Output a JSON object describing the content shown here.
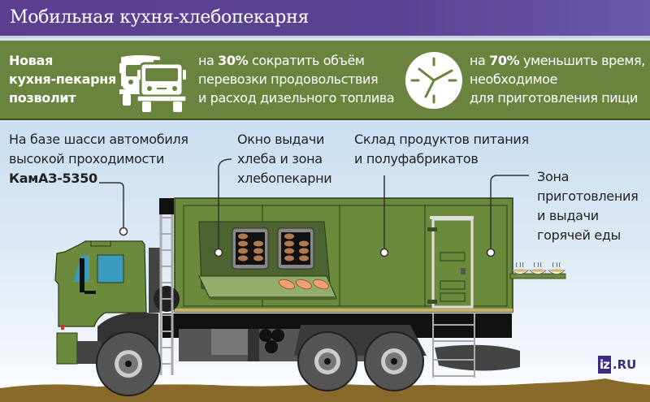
{
  "header": {
    "title": "Мобильная кухня-хлебопекарня"
  },
  "band": {
    "lead": [
      "Новая",
      "кухня-пекарня",
      "позволит"
    ],
    "fact1": {
      "icon": "trucks-icon",
      "prefix": "на ",
      "value": "30%",
      "line1_rest": " сократить объём",
      "line2": "перевозки продовольствия",
      "line3": "и расход дизельного топлива"
    },
    "fact2": {
      "icon": "clock-icon",
      "prefix": "на ",
      "value": "70%",
      "line1_rest": " уменьшить время,",
      "line2": "необходимое",
      "line3": "для приготовления пищи"
    }
  },
  "callouts": {
    "chassis": {
      "line1": "На базе шасси автомобиля",
      "line2": "высокой проходимости",
      "model": "КамАЗ-5350"
    },
    "bakery": {
      "line1": "Окно выдачи",
      "line2": "хлеба и зона",
      "line3": "хлебопекарни"
    },
    "storage": {
      "line1": "Склад продуктов питания",
      "line2": "и полуфабрикатов"
    },
    "kitchen": {
      "line1": "Зона",
      "line2": "приготовления",
      "line3": "и выдачи",
      "line4": "горячей еды"
    }
  },
  "logo": {
    "iz": "iz",
    "ru": ".RU"
  },
  "colors": {
    "header": "#5b3f8f",
    "band": "#6a8440",
    "truck_green": "#6b8a3c",
    "cabin_glass": "#3b9cbf",
    "ground": "#8a6a2a",
    "logo": "#3e2a7e"
  }
}
